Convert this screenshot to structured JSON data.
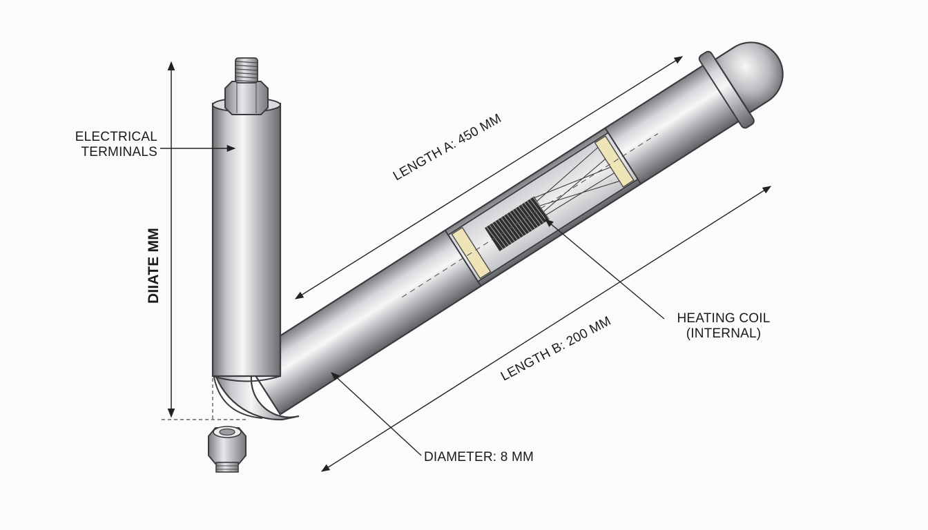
{
  "labels": {
    "electrical_terminals": [
      "ELECTRICAL",
      "TERMINALS"
    ],
    "vertical_dimension": "DIIATE MM",
    "length_a": "LENGTH A: 450 MM",
    "length_b": "LENGTH B: 200 MM",
    "heating_coil": [
      "HEATING COIL",
      "(INTERNAL)"
    ],
    "diameter": "DIAMETER: 8 MM"
  },
  "colors": {
    "background": "#fbfbfb",
    "metal_light": "#f4f4f6",
    "metal_mid": "#b9bbbf",
    "metal_dark": "#6d6f73",
    "outline": "#3a3b3e",
    "insulator": "#efe3b8",
    "coil": "#333333",
    "text": "#1a1a1a"
  },
  "icons": [
    "hex-nut-icon",
    "threaded-stud-icon",
    "bottom-fitting-icon",
    "heating-coil-icon"
  ]
}
